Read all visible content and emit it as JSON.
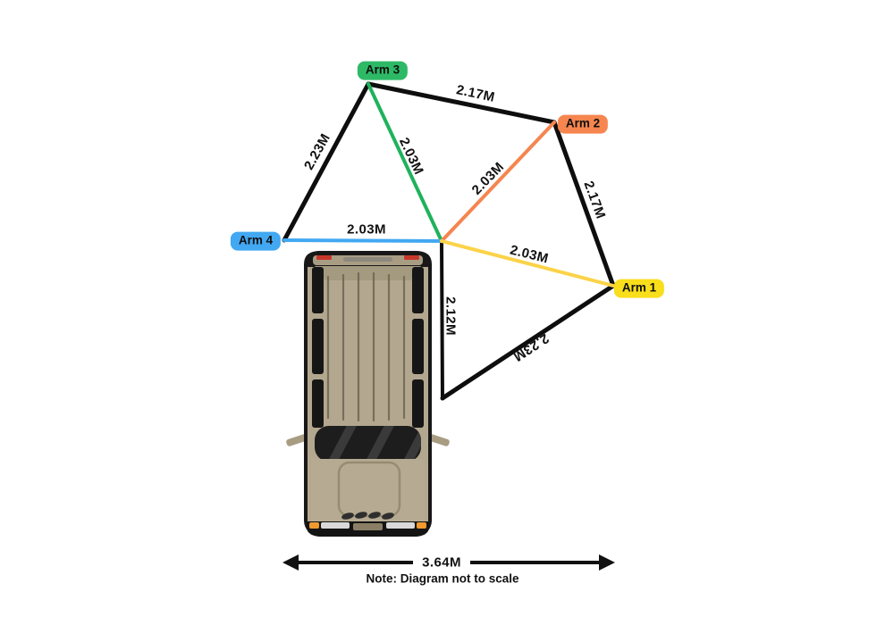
{
  "arms": {
    "arm1": {
      "label": "Arm 1"
    },
    "arm2": {
      "label": "Arm 2"
    },
    "arm3": {
      "label": "Arm 3"
    },
    "arm4": {
      "label": "Arm 4"
    }
  },
  "measurements": {
    "top_edge": "2.17M",
    "right_edge": "2.17M",
    "left_edge": "2.23M",
    "bottom_edge": "2.23M",
    "spoke_arm1": "2.03M",
    "spoke_arm2": "2.03M",
    "spoke_arm3": "2.03M",
    "spoke_arm4": "2.03M",
    "vertical_drop": "2.12M",
    "vehicle_length": "3.64M"
  },
  "note": "Note: Diagram not to scale",
  "colors": {
    "arm1": "#f8de1b",
    "arm2": "#f6854f",
    "arm3": "#2db966",
    "arm4": "#42a8f2",
    "arm1-line": "#fbd348",
    "arm2-line": "#f5854f",
    "arm3-line": "#1fb25c",
    "arm4-line": "#42a8f2",
    "edge": "#0e0e0e",
    "vehicle-body": "#b3a88f"
  }
}
